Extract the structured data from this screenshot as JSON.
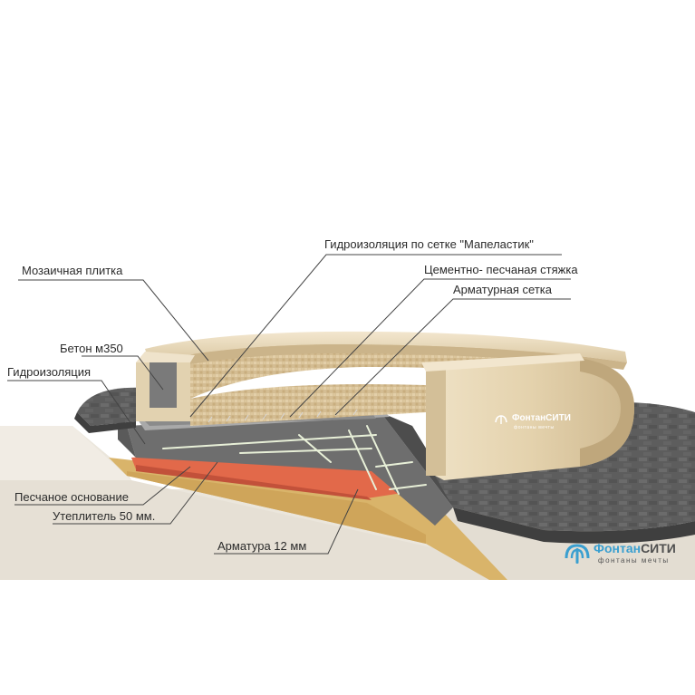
{
  "labels": {
    "hydro_mesh": "Гидроизоляция по сетке \"Мапеластик\"",
    "cement_screed": "Цементно- песчаная стяжка",
    "rebar_mesh": "Арматурная сетка",
    "mosaic": "Мозаичная плитка",
    "concrete": "Бетон м350",
    "hydro": "Гидроизоляция",
    "sand_base": "Песчаное основание",
    "insulation": "Утеплитель 50 мм.",
    "rebar": "Арматура 12 мм"
  },
  "logo": {
    "name_part1": "Фонтан",
    "name_part2": "СИТИ",
    "tagline": "фонтаны мечты"
  },
  "basin_logo": {
    "name": "ФонтанСИТИ",
    "tagline": "фонтаны мечты"
  },
  "colors": {
    "limestone": "#e8d9bb",
    "mosaic": "#d8c39b",
    "concrete": "#6e6e6e",
    "sand": "#d9b46a",
    "insulation": "#e2694a",
    "paving": "#5a5a5a",
    "ground": "#ece7de",
    "brand_blue": "#3a9fd0"
  }
}
